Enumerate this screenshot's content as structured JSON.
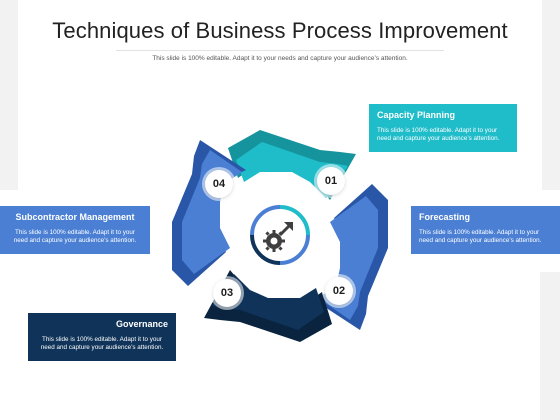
{
  "title": "Techniques of Business Process Improvement",
  "subtitle": "This slide is 100% editable. Adapt it to your needs and capture your audience’s attention.",
  "steps": [
    {
      "number": "01",
      "title": "Capacity Planning",
      "body": "This slide is 100% editable. Adapt it to your need and capture your audience’s attention.",
      "color": "#1fbcc9"
    },
    {
      "number": "02",
      "title": "Forecasting",
      "body": "This slide is 100% editable. Adapt it to your need and capture your audience’s attention.",
      "color": "#4a7fd4"
    },
    {
      "number": "03",
      "title": "Governance",
      "body": "This slide is 100% editable. Adapt it to your need and capture your audience’s attention.",
      "color": "#0f3359"
    },
    {
      "number": "04",
      "title": "Subcontractor Management",
      "body": "This slide is 100% editable. Adapt it to your need and capture your audience’s attention.",
      "color": "#4a7fd4"
    }
  ],
  "center_icon": "gear-arrow-icon"
}
